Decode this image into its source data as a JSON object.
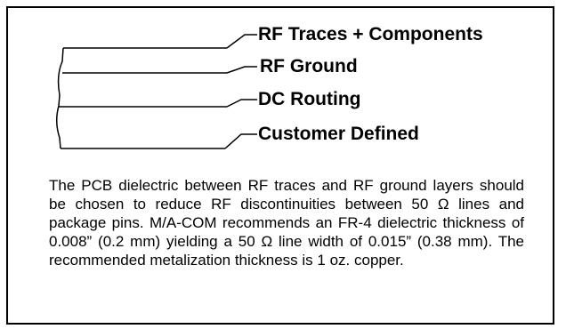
{
  "diagram": {
    "labels": [
      "RF Traces + Components",
      "RF Ground",
      "DC Routing",
      "Customer Defined"
    ]
  },
  "caption": {
    "text": "The PCB dielectric between RF traces and RF ground layers should be chosen to reduce RF discontinuities between 50 Ω lines and package pins.  M/A-COM recommends an FR-4 dielectric thickness of 0.008” (0.2 mm) yielding a 50 Ω line width of 0.015” (0.38 mm). The recommended metalization thickness is 1 oz. copper."
  }
}
